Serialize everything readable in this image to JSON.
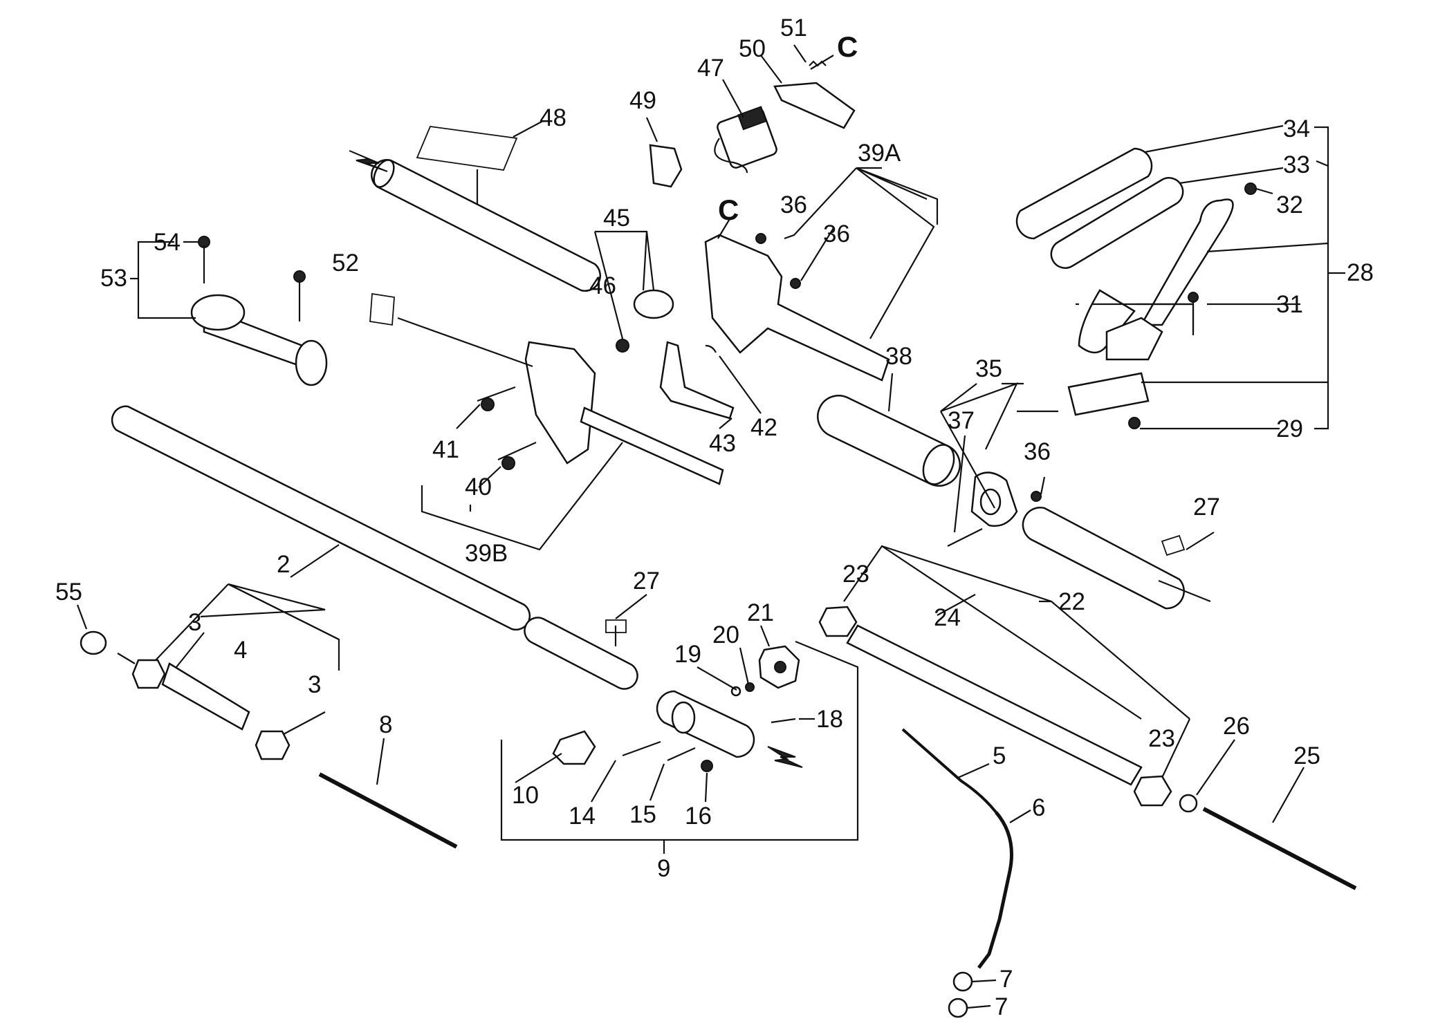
{
  "diagram": {
    "callouts": [
      "48",
      "49",
      "47",
      "50",
      "51",
      "C",
      "34",
      "33",
      "32",
      "28",
      "31",
      "29",
      "39A",
      "36",
      "36",
      "C",
      "45",
      "46",
      "52",
      "53",
      "54",
      "41",
      "40",
      "39B",
      "43",
      "42",
      "38",
      "35",
      "37",
      "36",
      "27",
      "2",
      "3",
      "4",
      "3",
      "55",
      "27",
      "19",
      "20",
      "21",
      "18",
      "10",
      "14",
      "15",
      "16",
      "9",
      "8",
      "23",
      "24",
      "22",
      "23",
      "26",
      "25",
      "5",
      "6",
      "7",
      "7"
    ]
  }
}
